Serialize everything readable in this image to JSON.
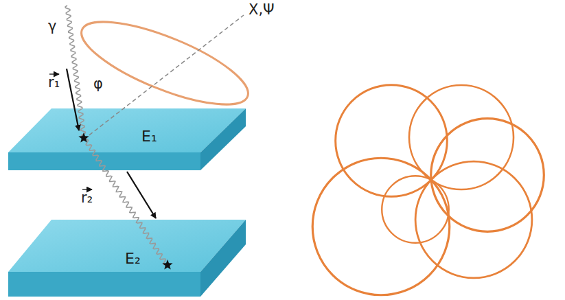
{
  "diagram": {
    "nodes": [
      {
        "text": [
          "E₁"
        ]
      },
      {
        "text": [
          "E₂"
        ]
      }
    ],
    "edges": [
      {
        "from": 0,
        "to": 1,
        "arrow": "to",
        "label": "r₂"
      }
    ],
    "labels": [
      "γ",
      "X,Ψ",
      "r₁",
      "φ"
    ]
  }
}
